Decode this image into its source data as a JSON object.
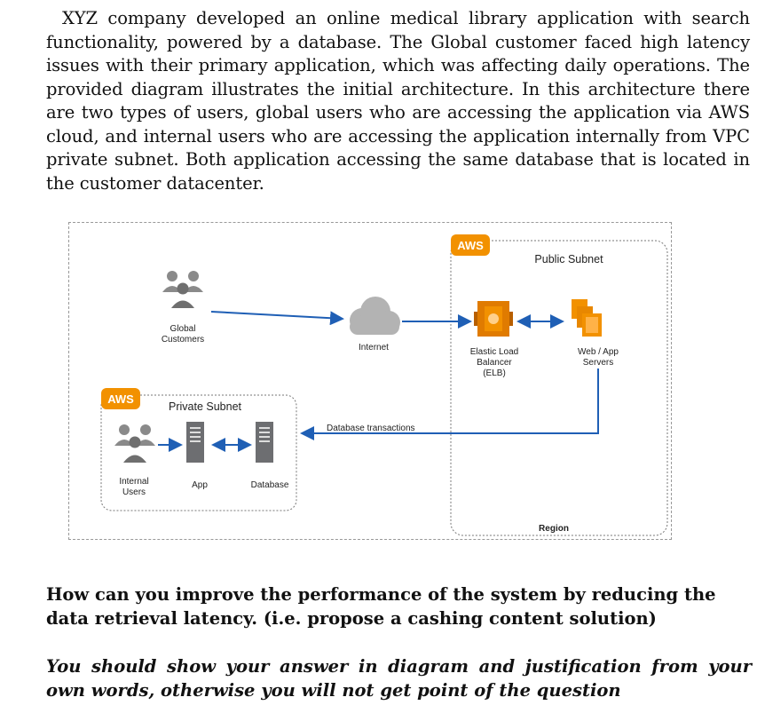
{
  "intro_paragraph": "XYZ company developed an online medical library application with search functionality, powered by a database. The Global customer faced high latency issues with their primary application, which was affecting daily operations. The provided diagram illustrates the initial architecture. In this architecture there are two types of users, global users who are accessing the application via AWS cloud, and internal users who are accessing the application internally from VPC private subnet. Both application accessing the same database that is located in the customer datacenter.",
  "diagram": {
    "aws_badge_public": "AWS",
    "aws_badge_private": "AWS",
    "public_subnet_label": "Public Subnet",
    "private_subnet_label": "Private Subnet",
    "region_label": "Region",
    "global_customers_line1": "Global",
    "global_customers_line2": "Customers",
    "internet_label": "Internet",
    "elb_line1": "Elastic Load",
    "elb_line2": "Balancer",
    "elb_line3": "(ELB)",
    "web_servers_line1": "Web / App",
    "web_servers_line2": "Servers",
    "db_transactions_label": "Database transactions",
    "internal_users_line1": "Internal",
    "internal_users_line2": "Users",
    "app_label": "App",
    "database_label": "Database",
    "colors": {
      "aws_orange": "#f29100",
      "arrow_blue": "#1f5fb5",
      "server_gray": "#6d6e71",
      "user_gray": "#8a8a8a",
      "cloud_gray": "#b3b3b3"
    }
  },
  "question": "How can you improve the performance of the system by  reducing the data retrieval latency. (i.e. propose a cashing content solution)",
  "instruction": "You should show your answer in diagram and justification from your own words, otherwise you will not get point of the question"
}
